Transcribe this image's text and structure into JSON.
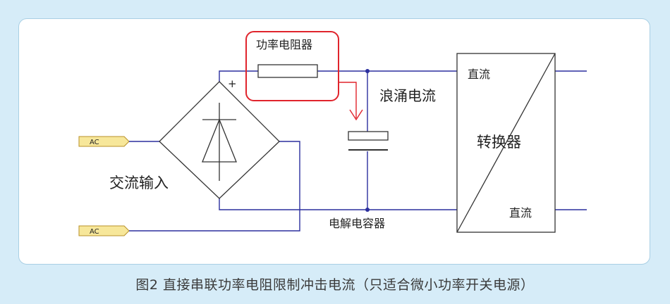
{
  "labels": {
    "power_resistor": "功率电阻器",
    "surge_current": "浪涌电流",
    "converter": "转换器",
    "dc_top": "直流",
    "dc_bottom": "直流",
    "ac_input": "交流输入",
    "electrolytic_cap": "电解电容器",
    "plus": "+",
    "ac_top": "AC",
    "ac_bottom": "AC"
  },
  "caption": "图2 直接串联功率电阻限制冲击电流（只适合微小功率开关电源）",
  "colors": {
    "wire": "#2b2f9e",
    "highlight": "#e0242c",
    "ac_tag_fill": "#f7e79a",
    "ac_tag_stroke": "#b8902a"
  }
}
